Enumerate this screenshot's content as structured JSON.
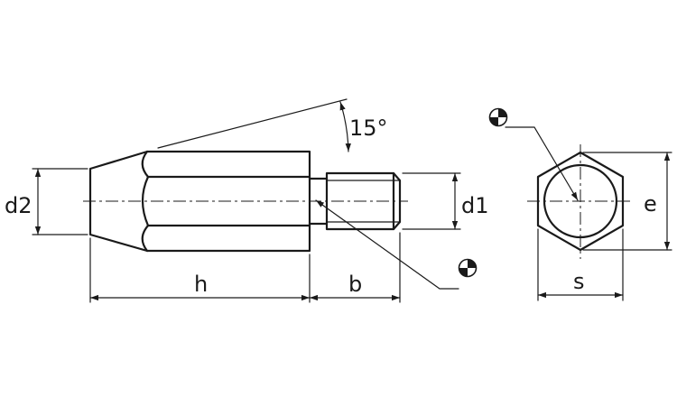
{
  "labels": {
    "d2": "d2",
    "d1": "d1",
    "h": "h",
    "b": "b",
    "e": "e",
    "s": "s",
    "angle": "15°"
  },
  "icons": {
    "datum": "centroid-symbol-icon"
  }
}
